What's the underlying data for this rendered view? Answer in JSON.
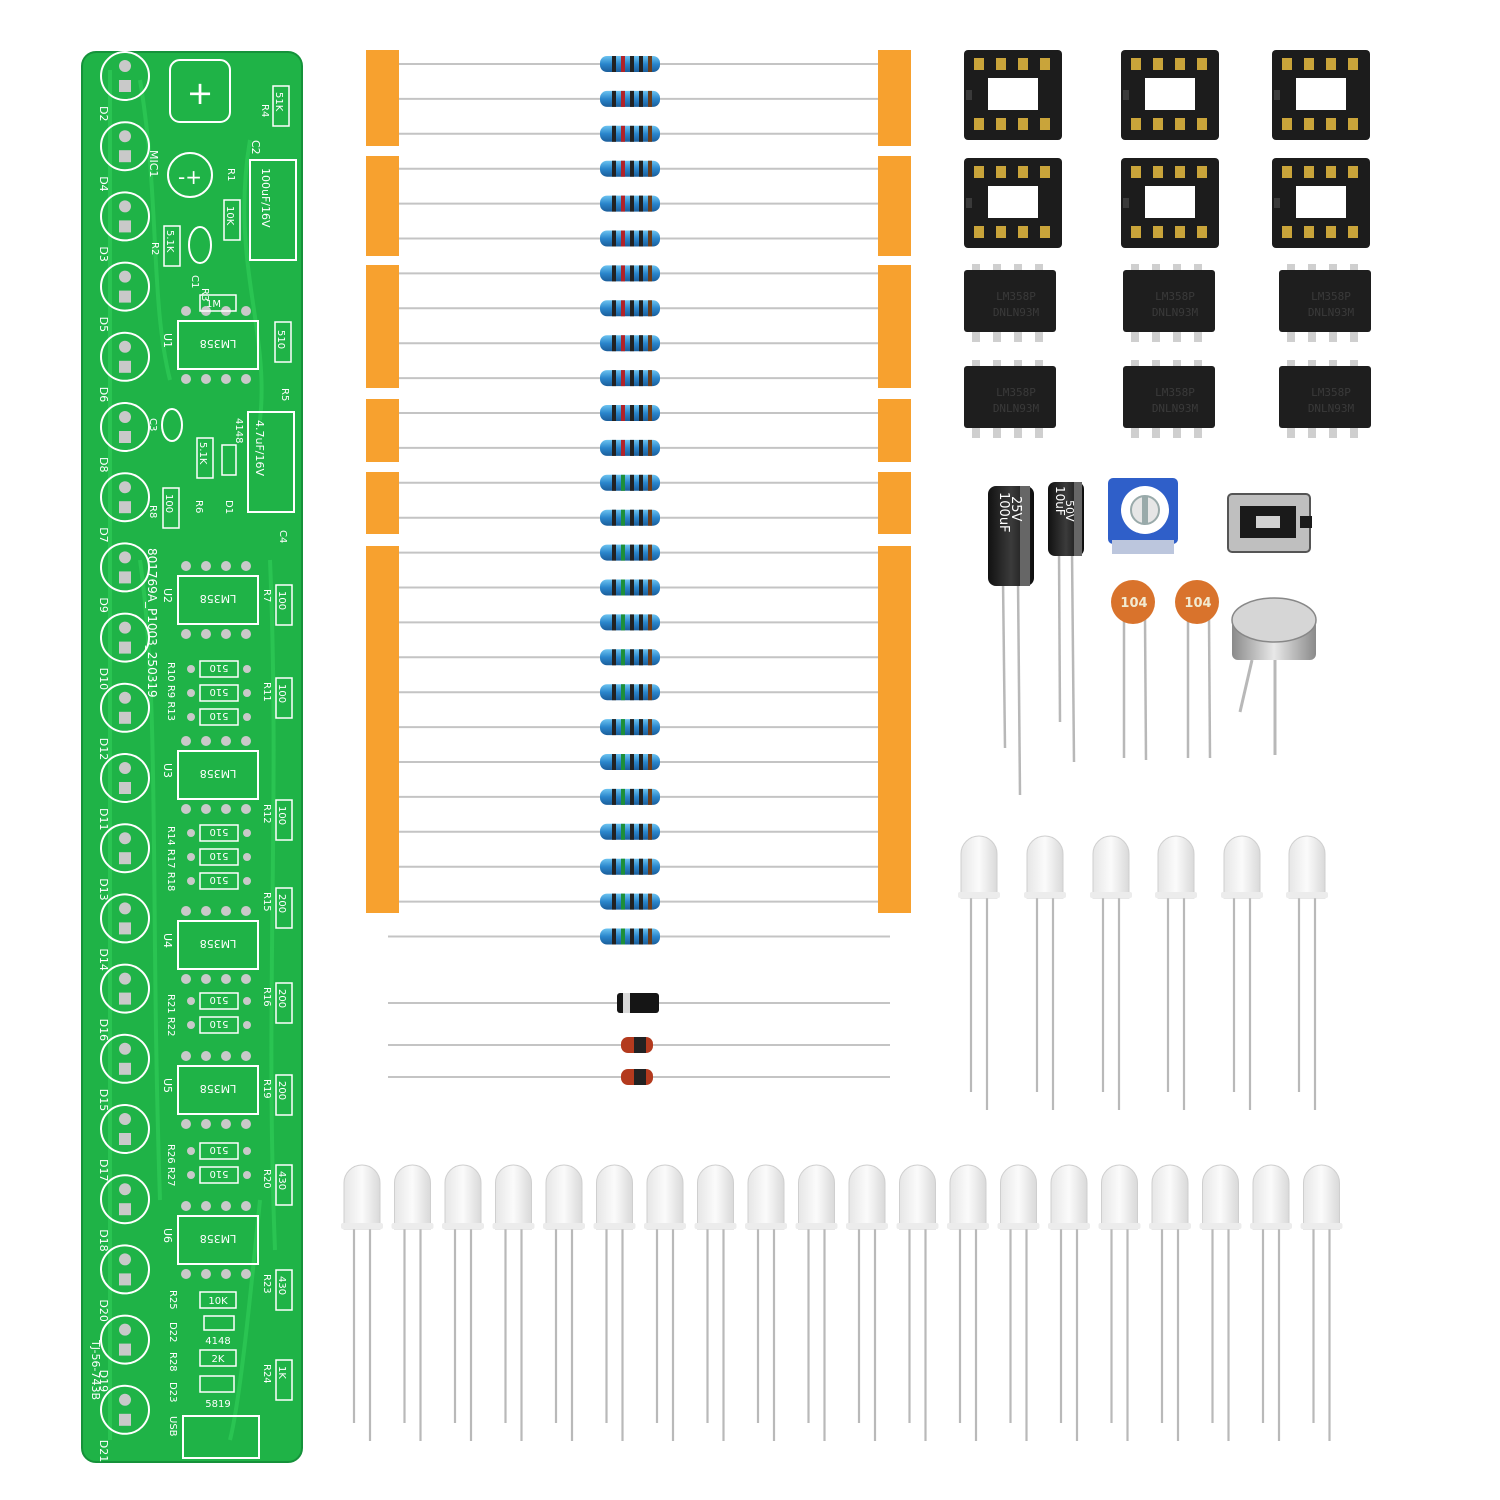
{
  "pcb": {
    "top_labels": [
      "MIC1",
      "C2",
      "R4",
      "R1",
      "R2",
      "C1",
      "R3",
      "U1",
      "R5",
      "C3",
      "D1",
      "R6",
      "R8",
      "C4"
    ],
    "values": [
      "51K",
      "100uF/16V",
      "10K",
      "5.1K",
      "1M",
      "510",
      "4.7uF/16V",
      "4148",
      "5.1K",
      "100"
    ],
    "chip_label": "LM358",
    "chips": [
      "U1",
      "U2",
      "U3",
      "U4",
      "U5",
      "U6"
    ],
    "board_code": "801769A_P1003_250319",
    "model": "TJ-56-743B",
    "usb_label": "USB",
    "diode_labels": [
      "D2",
      "D4",
      "D3",
      "D5",
      "D6",
      "D8",
      "D7",
      "D9",
      "D10",
      "D12",
      "D11",
      "D13",
      "D14",
      "D16",
      "D15",
      "D17",
      "D18",
      "D20",
      "D19",
      "D21"
    ],
    "side_values": [
      "100",
      "100",
      "100",
      "200",
      "200",
      "200",
      "430",
      "430",
      "1K"
    ],
    "side_refs": [
      "R7",
      "R11",
      "R12",
      "R15",
      "R16",
      "R19",
      "R20",
      "R23",
      "R24"
    ],
    "resistor_groups": [
      {
        "refs": "R10 R9 R13",
        "values": [
          "510",
          "510",
          "510"
        ]
      },
      {
        "refs": "R14 R17 R18",
        "values": [
          "510",
          "510",
          "510"
        ]
      },
      {
        "refs": "R21 R22",
        "values": [
          "510",
          "510"
        ]
      },
      {
        "refs": "R26 R27",
        "values": [
          "510",
          "510"
        ]
      }
    ],
    "bottom_parts": [
      {
        "ref": "R25",
        "value": "10K"
      },
      {
        "ref": "D22",
        "value": "4148"
      },
      {
        "ref": "R28",
        "value": "2K"
      },
      {
        "ref": "D23",
        "value": "5819"
      }
    ]
  },
  "ics": {
    "marking_line1": "LM358P",
    "marking_line2": "DNLN93M"
  },
  "capacitors": {
    "cap_large": {
      "value": "100uF",
      "voltage": "25V"
    },
    "cap_small": {
      "value": "10uF",
      "voltage": "50V"
    },
    "ceramic": "104"
  },
  "colors": {
    "pcb_green": "#1fb347",
    "tape_orange": "#f7a12f",
    "socket_black": "#1c1c1c",
    "resistor_blue": "#2f8fd6"
  }
}
